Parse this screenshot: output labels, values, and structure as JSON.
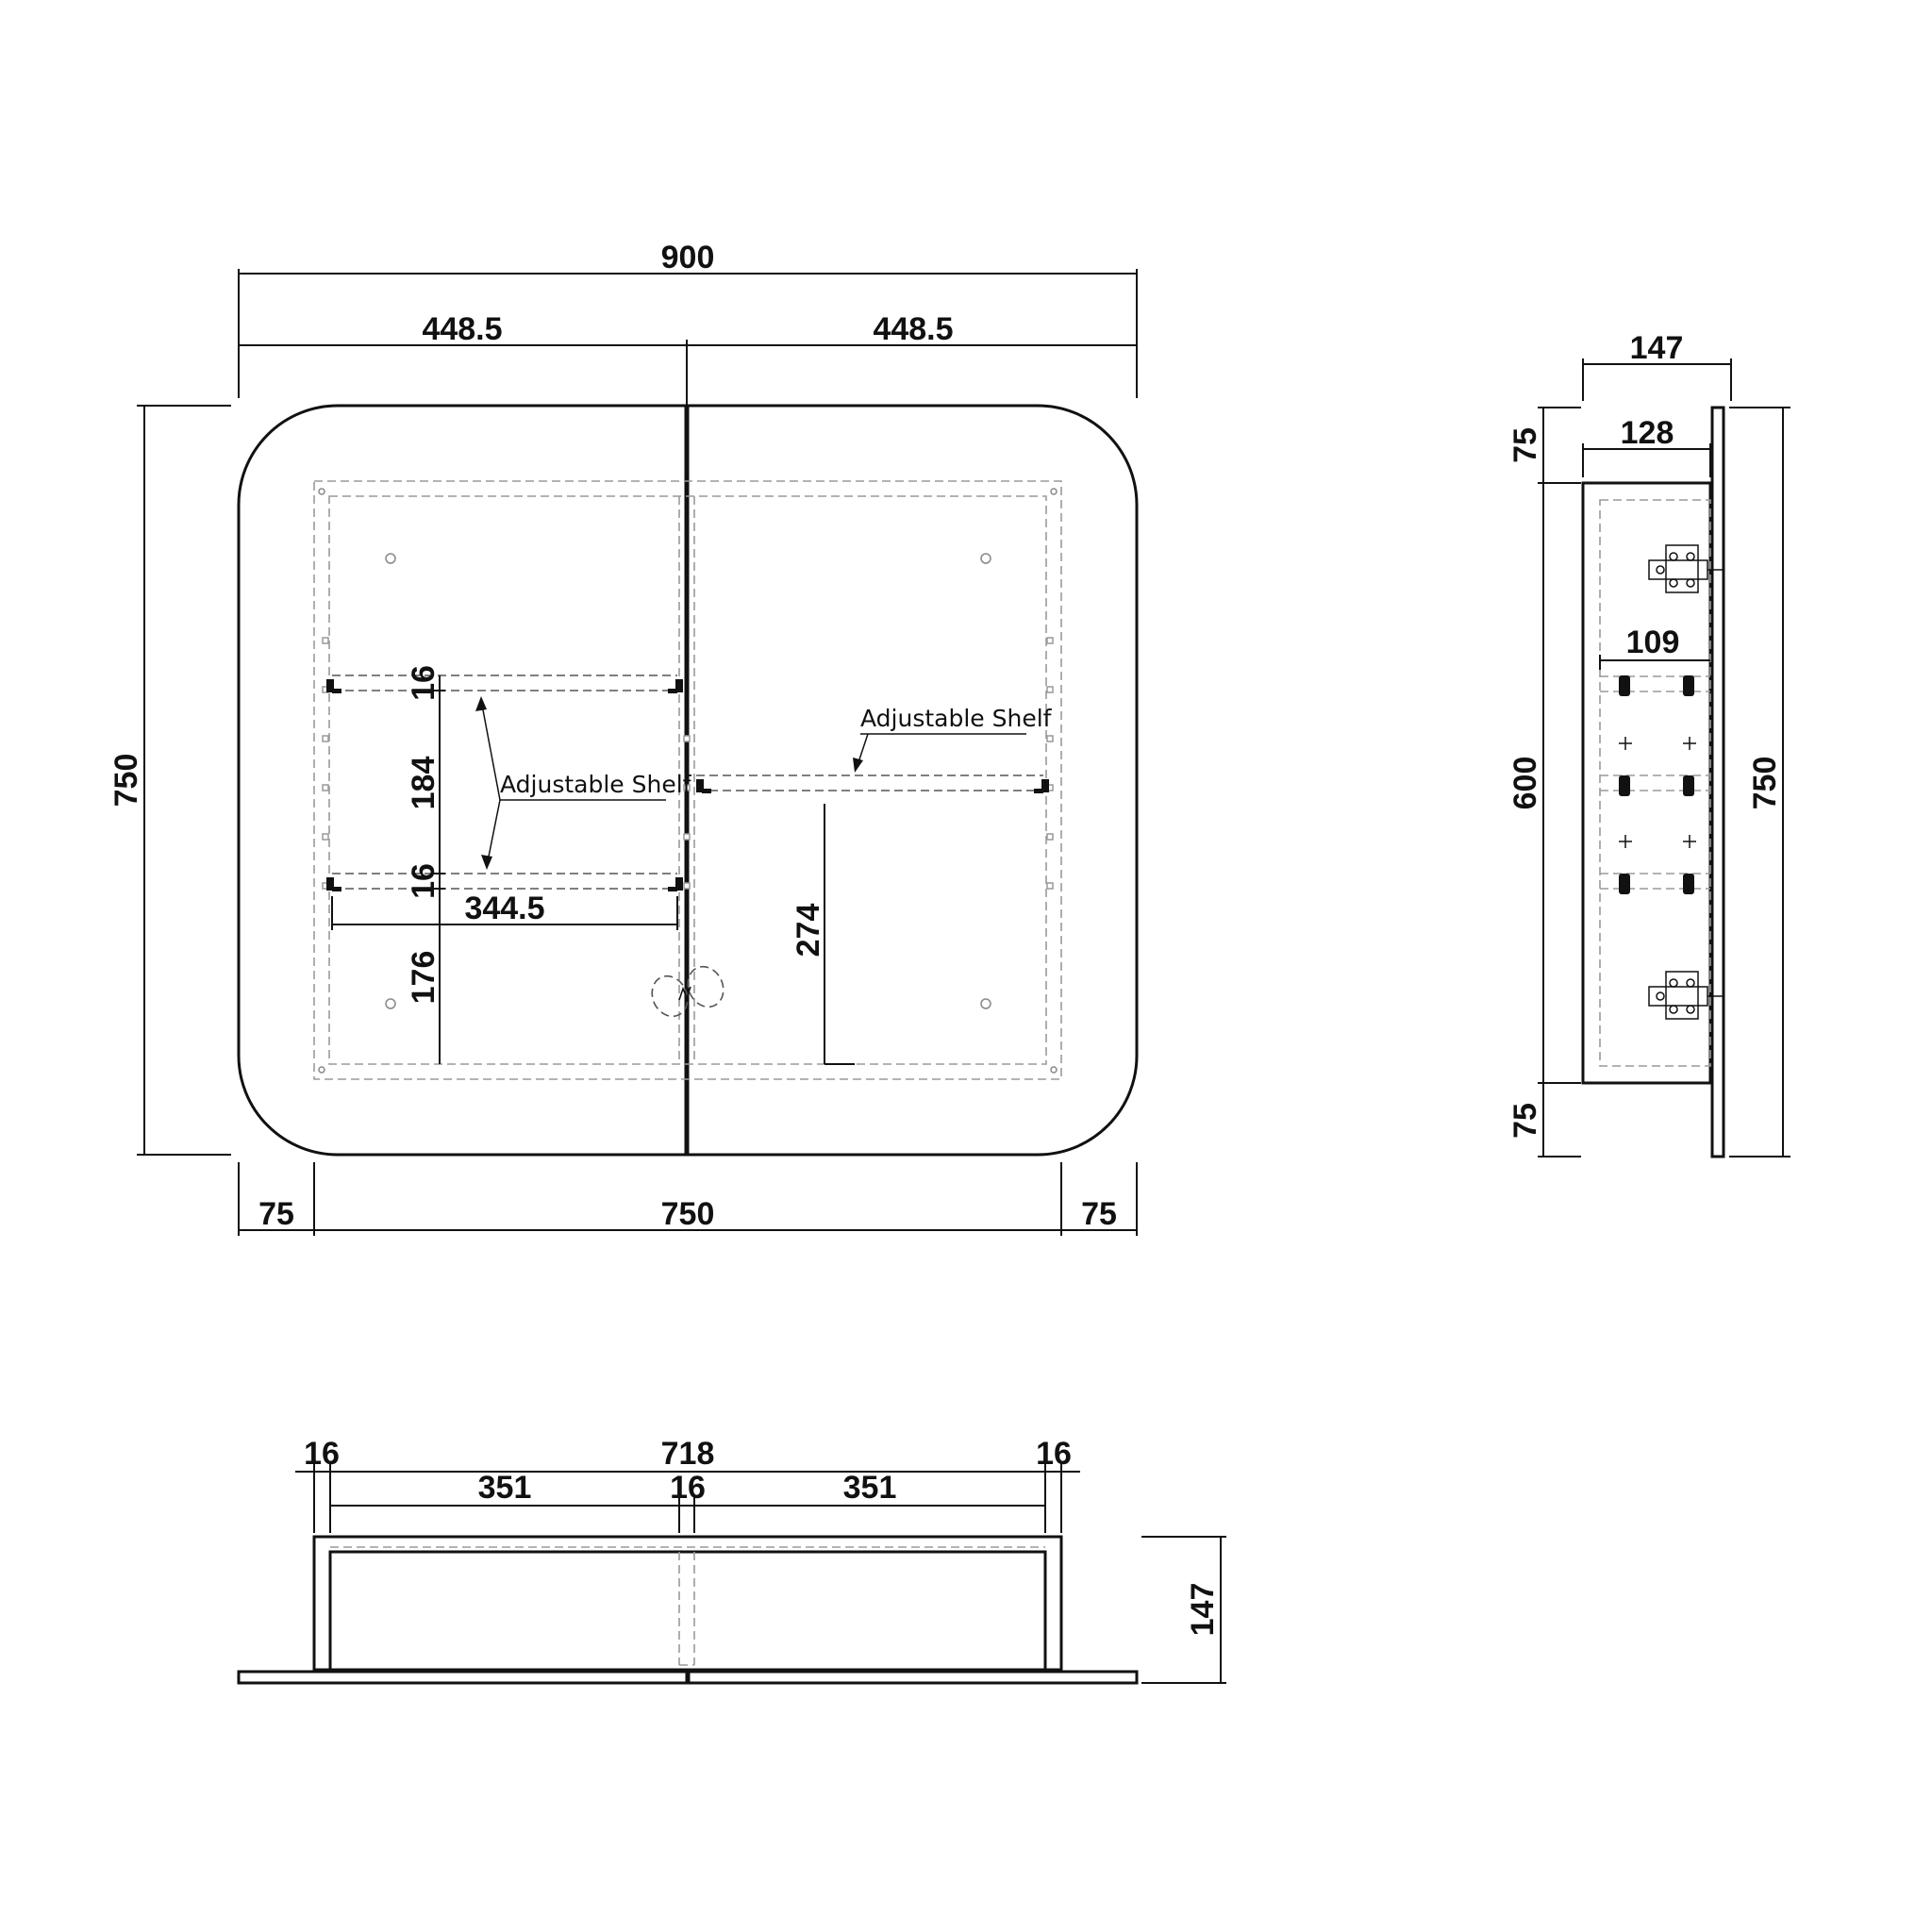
{
  "front_view": {
    "dims": {
      "overall_width": "900",
      "left_door_width": "448.5",
      "right_door_width": "448.5",
      "overall_height": "750",
      "bottom_left_offset": "75",
      "bottom_inner_width": "750",
      "bottom_right_offset": "75",
      "shelf_thickness_upper": "16",
      "shelf_spacing": "184",
      "shelf_thickness_lower": "16",
      "shelf_width": "344.5",
      "bottom_space_left": "176",
      "bottom_space_right": "274"
    },
    "labels": {
      "adjustable_shelf_left": "Adjustable Shelf",
      "adjustable_shelf_right": "Adjustable Shelf"
    }
  },
  "side_view": {
    "dims": {
      "overall_depth": "147",
      "body_depth": "128",
      "top_offset": "75",
      "body_height": "600",
      "overall_height": "750",
      "shelf_depth": "109",
      "bottom_offset": "75"
    }
  },
  "top_view": {
    "dims": {
      "left_panel": "16",
      "inner_width": "718",
      "right_panel": "16",
      "left_compartment": "351",
      "divider": "16",
      "right_compartment": "351",
      "depth": "147"
    }
  }
}
